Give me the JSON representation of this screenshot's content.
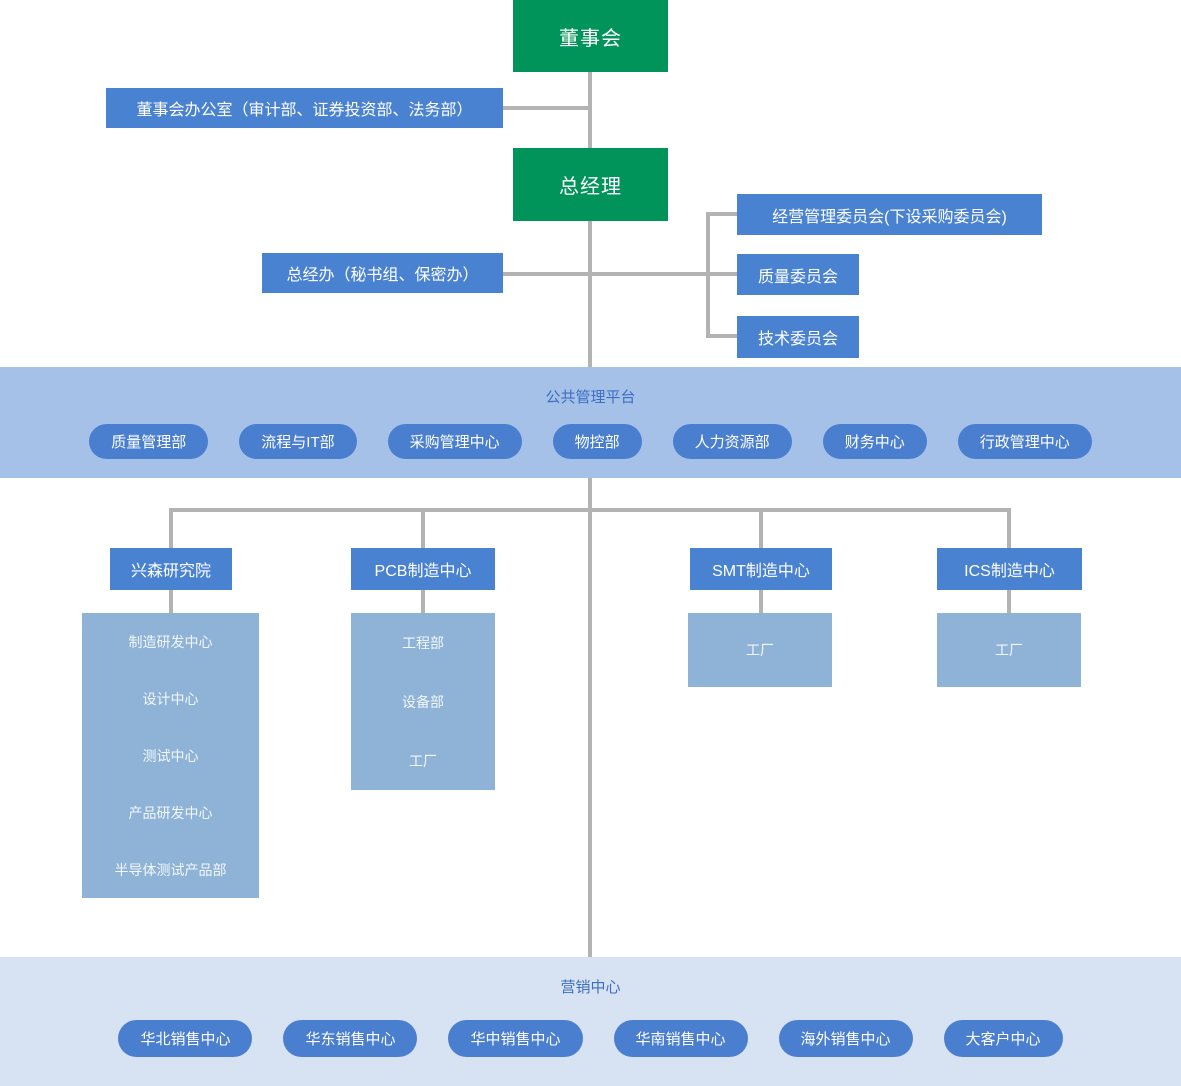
{
  "org": {
    "board": "董事会",
    "board_office": "董事会办公室（审计部、证券投资部、法务部）",
    "general_manager": "总经理",
    "gm_office": "总经办（秘书组、保密办）",
    "committees": [
      "经营管理委员会(下设采购委员会)",
      "质量委员会",
      "技术委员会"
    ]
  },
  "platform_band": {
    "title": "公共管理平台",
    "departments": [
      "质量管理部",
      "流程与IT部",
      "采购管理中心",
      "物控部",
      "人力资源部",
      "财务中心",
      "行政管理中心"
    ]
  },
  "branches": [
    {
      "label": "兴森研究院",
      "children": [
        "制造研发中心",
        "设计中心",
        "测试中心",
        "产品研发中心",
        "半导体测试产品部"
      ]
    },
    {
      "label": "PCB制造中心",
      "children": [
        "工程部",
        "设备部",
        "工厂"
      ]
    },
    {
      "label": "SMT制造中心",
      "children": [
        "工厂"
      ]
    },
    {
      "label": "ICS制造中心",
      "children": [
        "工厂"
      ]
    }
  ],
  "marketing_band": {
    "title": "营销中心",
    "centers": [
      "华北销售中心",
      "华东销售中心",
      "华中销售中心",
      "华南销售中心",
      "海外销售中心",
      "大客户中心"
    ]
  },
  "colors": {
    "executive_green": "#00935a",
    "department_blue": "#4a82d2",
    "pill_blue": "#4a7fd0",
    "platform_band_bg": "#a5c1e8",
    "marketing_band_bg": "#d7e2f3",
    "sub_box_bg": "#8eb3d7",
    "connector_gray": "#b3b3b3",
    "band_title_blue": "#3e6ec3"
  }
}
